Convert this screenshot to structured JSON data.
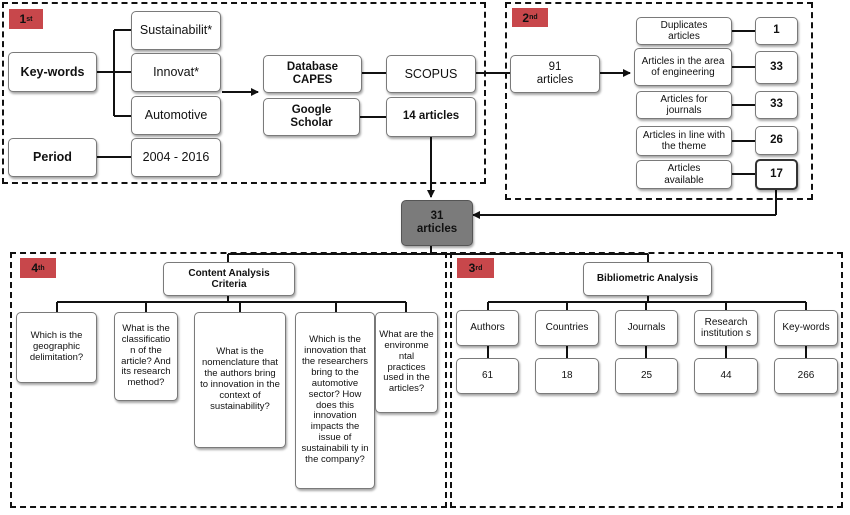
{
  "stages": {
    "first": {
      "num": "1",
      "suffix": "st"
    },
    "second": {
      "num": "2",
      "suffix": "nd"
    },
    "third": {
      "num": "3",
      "suffix": "rd"
    },
    "fourth": {
      "num": "4",
      "suffix": "th"
    }
  },
  "stage1": {
    "keywords_label": "Key-words",
    "keywords": [
      "Sustainabilit*",
      "Innovat*",
      "Automotive"
    ],
    "period_label": "Period",
    "period_value": "2004 - 2016",
    "database_label": "Database CAPES",
    "scopus_label": "SCOPUS",
    "google_label": "Google Scholar",
    "google_count": "14 articles"
  },
  "stage2": {
    "found": "91 articles",
    "filters": [
      {
        "label": "Duplicates articles",
        "value": "1"
      },
      {
        "label": "Articles in the area of engineering",
        "value": "33"
      },
      {
        "label": "Articles for journals",
        "value": "33"
      },
      {
        "label": "Articles in line with the theme",
        "value": "26"
      },
      {
        "label": "Articles available",
        "value": "17"
      }
    ]
  },
  "total": "31 articles",
  "stage4": {
    "title": "Content Analysis Criteria",
    "questions": [
      "Which is the geographic delimitation?",
      "What is the classificatio n of the article? And its research method?",
      "What is the nomenclature that the authors bring to innovation in the context of sustainability?",
      "Which is the innovation that the researchers bring to the automotive sector? How does this innovation impacts the issue of sustainabili ty in the company?",
      "What are the environme ntal practices used in the articles?"
    ]
  },
  "stage3": {
    "title": "Bibliometric Analysis",
    "categories": [
      {
        "label": "Authors",
        "value": "61"
      },
      {
        "label": "Countries",
        "value": "18"
      },
      {
        "label": "Journals",
        "value": "25"
      },
      {
        "label": "Research institution s",
        "value": "44"
      },
      {
        "label": "Key-words",
        "value": "266"
      }
    ]
  }
}
